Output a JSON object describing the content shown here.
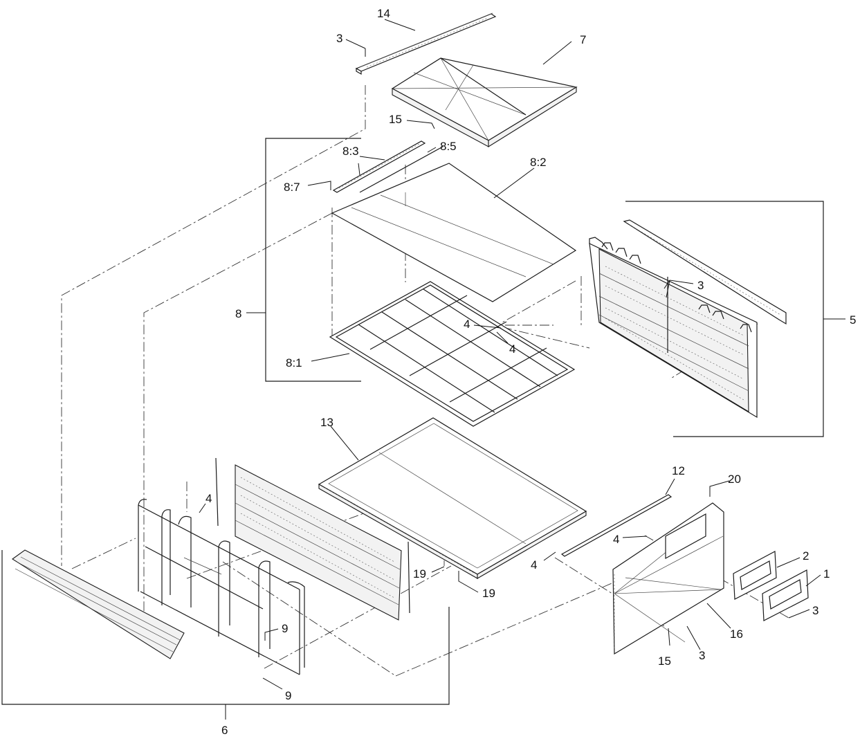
{
  "callouts": [
    {
      "id": "c14",
      "text": "14"
    },
    {
      "id": "c3a",
      "text": "3"
    },
    {
      "id": "c7",
      "text": "7"
    },
    {
      "id": "c15a",
      "text": "15"
    },
    {
      "id": "c8_3",
      "text": "8:3"
    },
    {
      "id": "c8_5",
      "text": "8:5"
    },
    {
      "id": "c8_7",
      "text": "8:7"
    },
    {
      "id": "c8_2",
      "text": "8:2"
    },
    {
      "id": "c8",
      "text": "8"
    },
    {
      "id": "c4a",
      "text": "4"
    },
    {
      "id": "c4b",
      "text": "4"
    },
    {
      "id": "c8_1",
      "text": "8:1"
    },
    {
      "id": "c3b",
      "text": "3"
    },
    {
      "id": "c5",
      "text": "5"
    },
    {
      "id": "c13",
      "text": "13"
    },
    {
      "id": "c12",
      "text": "12"
    },
    {
      "id": "c20",
      "text": "20"
    },
    {
      "id": "c4c",
      "text": "4"
    },
    {
      "id": "c4d",
      "text": "4"
    },
    {
      "id": "c4e",
      "text": "4"
    },
    {
      "id": "c2",
      "text": "2"
    },
    {
      "id": "c1",
      "text": "1"
    },
    {
      "id": "c3c",
      "text": "3"
    },
    {
      "id": "c19a",
      "text": "19"
    },
    {
      "id": "c19b",
      "text": "19"
    },
    {
      "id": "c16",
      "text": "16"
    },
    {
      "id": "c9a",
      "text": "9"
    },
    {
      "id": "c15b",
      "text": "15"
    },
    {
      "id": "c3d",
      "text": "3"
    },
    {
      "id": "c9b",
      "text": "9"
    },
    {
      "id": "c6",
      "text": "6"
    }
  ]
}
